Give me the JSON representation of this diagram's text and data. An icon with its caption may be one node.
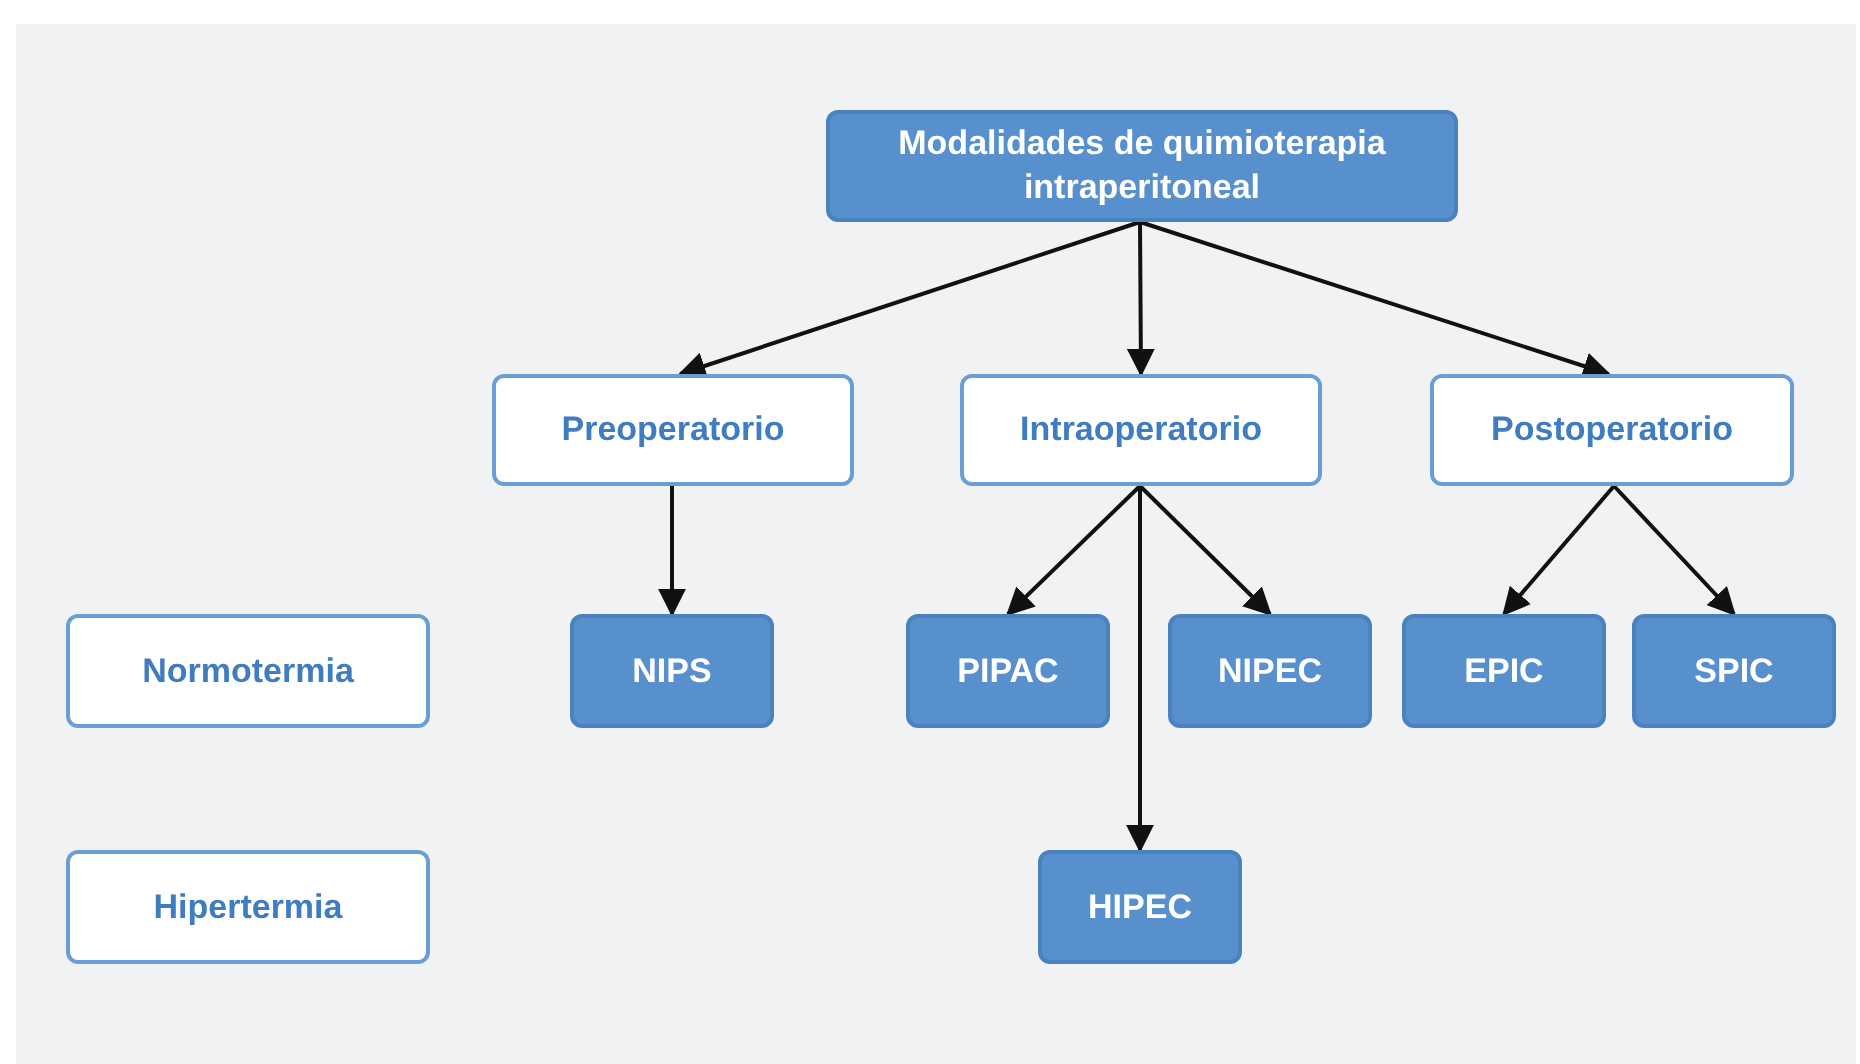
{
  "diagram": {
    "nodes": [
      {
        "text": [
          "Modalidades de quimioterapia intraperitoneal"
        ]
      },
      {
        "text": [
          "Preoperatorio"
        ]
      },
      {
        "text": [
          "Intraoperatorio"
        ]
      },
      {
        "text": [
          "Postoperatorio"
        ]
      },
      {
        "text": [
          "Normotermia"
        ]
      },
      {
        "text": [
          "Hipertermia"
        ]
      },
      {
        "text": [
          "NIPS"
        ]
      },
      {
        "text": [
          "PIPAC"
        ]
      },
      {
        "text": [
          "NIPEC"
        ]
      },
      {
        "text": [
          "EPIC"
        ]
      },
      {
        "text": [
          "SPIC"
        ]
      },
      {
        "text": [
          "HIPEC"
        ]
      }
    ],
    "edges": [
      {
        "from": 0,
        "to": 1,
        "arrow": "to"
      },
      {
        "from": 0,
        "to": 2,
        "arrow": "to"
      },
      {
        "from": 0,
        "to": 3,
        "arrow": "to"
      },
      {
        "from": 1,
        "to": 6,
        "arrow": "to"
      },
      {
        "from": 2,
        "to": 7,
        "arrow": "to"
      },
      {
        "from": 2,
        "to": 8,
        "arrow": "to"
      },
      {
        "from": 2,
        "to": 11,
        "arrow": "to"
      },
      {
        "from": 3,
        "to": 9,
        "arrow": "to"
      },
      {
        "from": 3,
        "to": 10,
        "arrow": "to"
      }
    ]
  }
}
